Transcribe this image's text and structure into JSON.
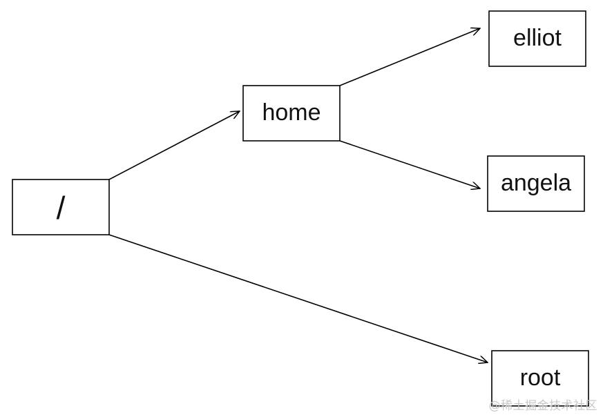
{
  "diagram": {
    "nodes": {
      "root_dir": {
        "label": "/"
      },
      "home": {
        "label": "home"
      },
      "elliot": {
        "label": "elliot"
      },
      "angela": {
        "label": "angela"
      },
      "root": {
        "label": "root"
      }
    },
    "edges": [
      {
        "from": "root_dir",
        "to": "home"
      },
      {
        "from": "home",
        "to": "elliot"
      },
      {
        "from": "home",
        "to": "angela"
      },
      {
        "from": "root_dir",
        "to": "root"
      }
    ]
  },
  "watermark": {
    "text": "@稀土掘金技术社区"
  }
}
